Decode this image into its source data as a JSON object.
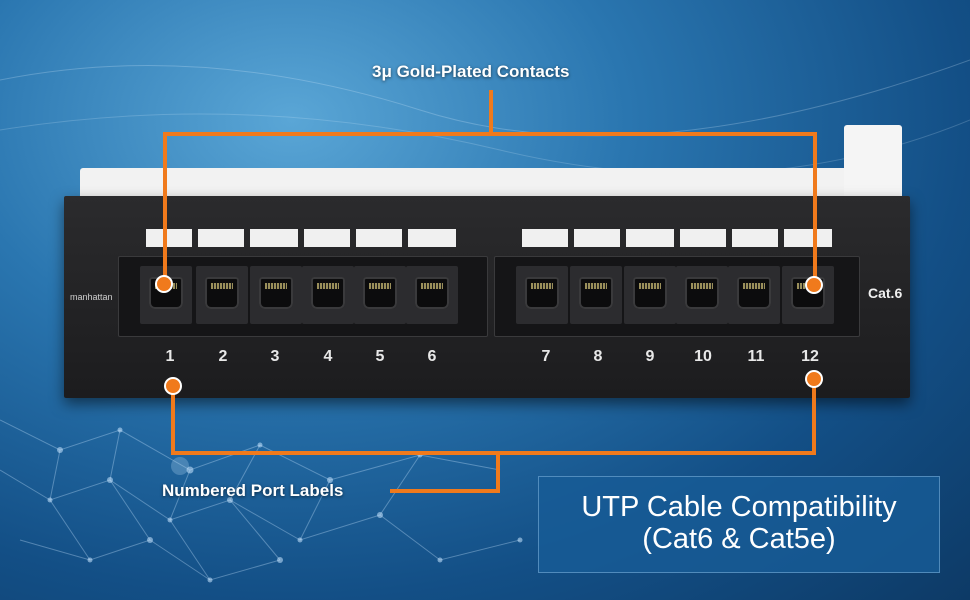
{
  "callouts": {
    "top": "3μ Gold-Plated Contacts",
    "bottom": "Numbered Port Labels"
  },
  "panel": {
    "brand": "manhattan",
    "category": "Cat.6",
    "ports": [
      "1",
      "2",
      "3",
      "4",
      "5",
      "6",
      "7",
      "8",
      "9",
      "10",
      "11",
      "12"
    ]
  },
  "caption": {
    "line1": "UTP Cable Compatibility",
    "line2": "(Cat6 & Cat5e)"
  },
  "colors": {
    "accent": "#f07a1c",
    "background": "#1f5f98",
    "panel": "#222224"
  }
}
